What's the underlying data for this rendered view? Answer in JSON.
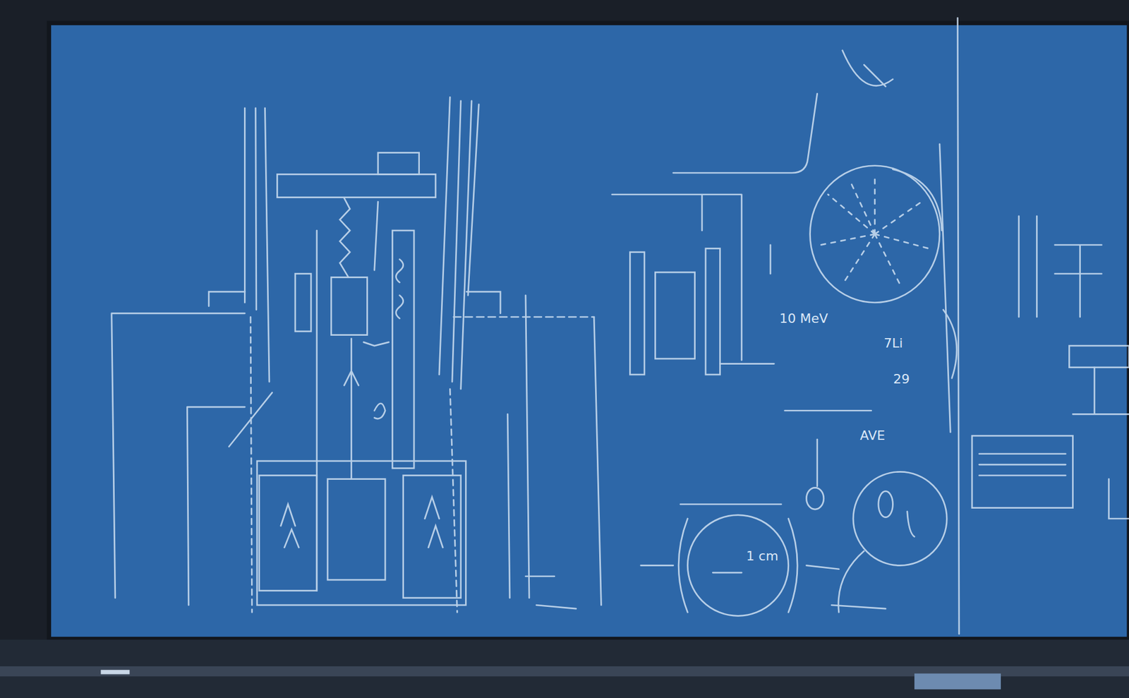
{
  "diagram": {
    "labels": [
      "10 MeV",
      "7Li",
      "29",
      "AVE",
      "1 cm"
    ]
  }
}
